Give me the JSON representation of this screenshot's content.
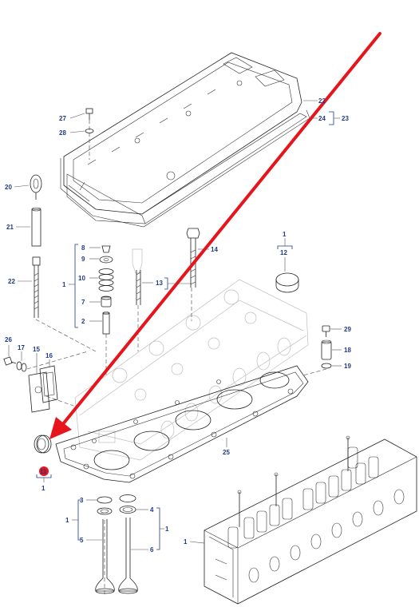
{
  "callouts": {
    "c27": "27",
    "c28": "28",
    "c22a": "22",
    "c24": "24",
    "c23": "23",
    "c20": "20",
    "c21": "21",
    "c22b": "22",
    "c8": "8",
    "c9": "9",
    "c10": "10",
    "c1_group": "1",
    "c7": "7",
    "c2": "2",
    "c14": "14",
    "c13": "13",
    "c1_seal": "1",
    "c12": "12",
    "c29": "29",
    "c18": "18",
    "c19": "19",
    "c26": "26",
    "c17": "17",
    "c15": "15",
    "c16": "16",
    "c11": "11",
    "c1_plug": "1",
    "c25": "25",
    "c3": "3",
    "c4": "4",
    "c1_valves_left": "1",
    "c1_valves_right": "1",
    "c5": "5",
    "c6": "6",
    "c1_head": "1"
  },
  "colors": {
    "callout_text": "#1f3a8a",
    "highlight_arrow": "#e8141b",
    "highlight_marker": "#e8141b",
    "line_art": "#222222"
  },
  "icons": {
    "arrow": "red-pointer-arrow",
    "marker": "red-highlight-dot"
  }
}
